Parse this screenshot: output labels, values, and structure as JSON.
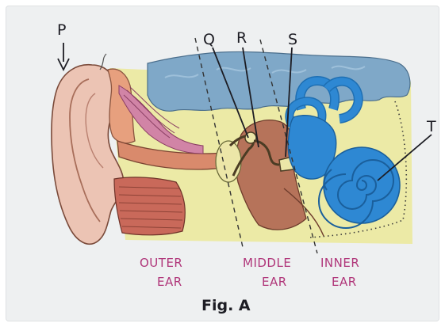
{
  "labels": {
    "p": "P",
    "q": "Q",
    "r": "R",
    "s": "S",
    "t": "T"
  },
  "regions": {
    "outer": [
      "OUTER",
      "EAR"
    ],
    "middle": [
      "MIDDLE",
      "EAR"
    ],
    "inner": [
      "INNER",
      "EAR"
    ]
  },
  "caption": "Fig. A",
  "colors": {
    "skin": "#ecc4b4",
    "canal_flesh": "#d98a6c",
    "muscle": "#c9695a",
    "tissue": "#eceaa6",
    "brain_blue": "#7fa8c8",
    "inner_ear_blue": "#2e88d3",
    "region_text": "#b0367a",
    "text": "#1d1d24"
  }
}
